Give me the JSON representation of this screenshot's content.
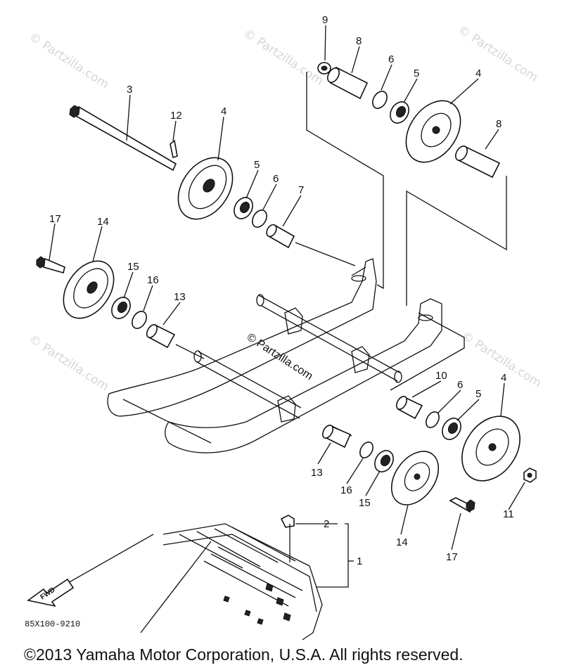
{
  "watermark": "© Partzilla.com",
  "drawing_code": "85X100-9210",
  "fwd_label": "FWD",
  "copyright": "©2013  Yamaha Motor Corporation, U.S.A. All rights reserved.",
  "callouts": {
    "c9": "9",
    "c8a": "8",
    "c6a": "6",
    "c5a": "5",
    "c4a": "4",
    "c8b": "8",
    "c3": "3",
    "c12": "12",
    "c4b": "4",
    "c5b": "5",
    "c6b": "6",
    "c7": "7",
    "c17a": "17",
    "c14a": "14",
    "c15a": "15",
    "c16a": "16",
    "c13a": "13",
    "c10": "10",
    "c6c": "6",
    "c5c": "5",
    "c4c": "4",
    "c13b": "13",
    "c16b": "16",
    "c15b": "15",
    "c14b": "14",
    "c17b": "17",
    "c11": "11",
    "c2": "2",
    "c1": "1"
  }
}
